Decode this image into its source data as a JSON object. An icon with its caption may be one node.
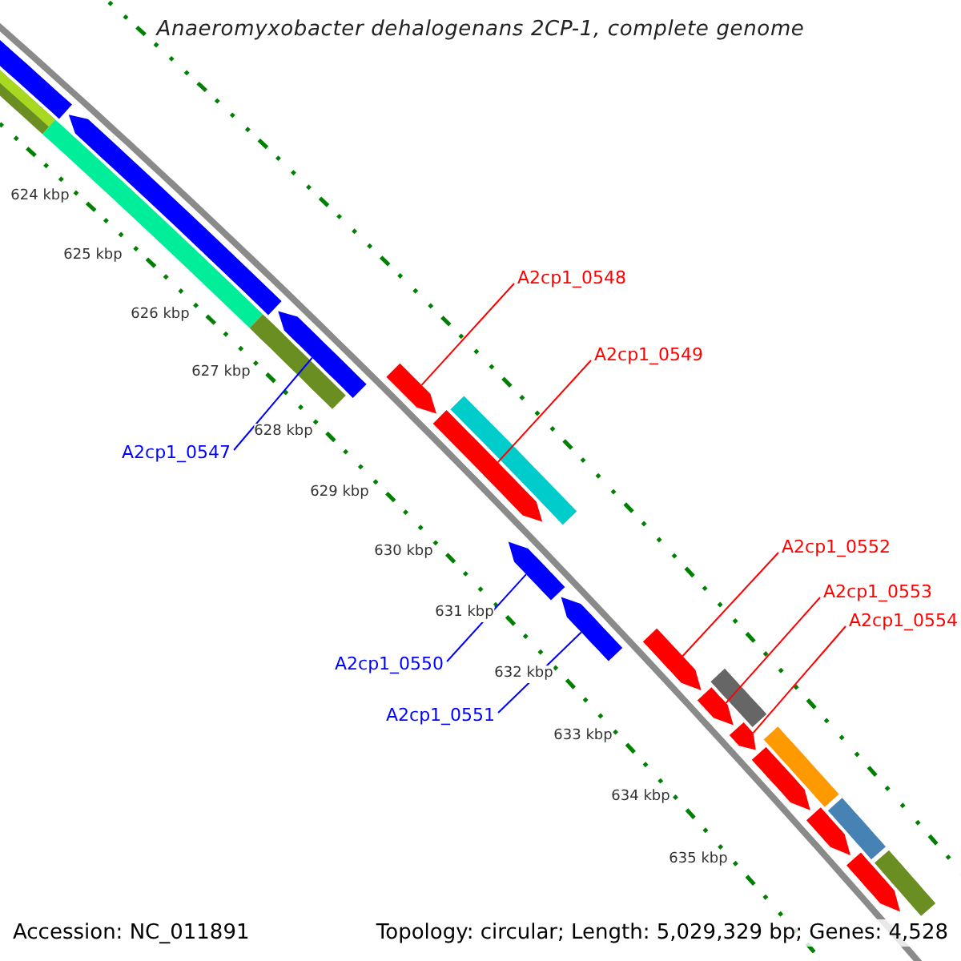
{
  "diagram": {
    "title": "Anaeromyxobacter dehalogenans 2CP-1, complete genome",
    "nodes": [
      {
        "text": [
          "A2cp1_0548"
        ]
      },
      {
        "text": [
          "A2cp1_0549"
        ]
      },
      {
        "text": [
          "A2cp1_0547"
        ]
      },
      {
        "text": [
          "A2cp1_0552"
        ]
      },
      {
        "text": [
          "A2cp1_0553"
        ]
      },
      {
        "text": [
          "A2cp1_0554"
        ]
      },
      {
        "text": [
          "A2cp1_0550"
        ]
      },
      {
        "text": [
          "A2cp1_0551"
        ]
      },
      {
        "text": [],
        "shape": "bar"
      },
      {
        "text": [],
        "shape": "arrow"
      },
      {
        "text": [],
        "shape": "arrow"
      },
      {
        "text": [],
        "shape": "bar"
      },
      {
        "text": [],
        "shape": "bar"
      },
      {
        "text": [],
        "shape": "arrow"
      },
      {
        "text": [],
        "shape": "arrow"
      },
      {
        "text": [],
        "shape": "arrow"
      },
      {
        "text": [],
        "shape": "bar"
      },
      {
        "text": [],
        "shape": "arrow"
      },
      {
        "text": [],
        "shape": "arrow"
      },
      {
        "text": [],
        "shape": "arrow"
      },
      {
        "text": [],
        "shape": "arrow"
      },
      {
        "text": [],
        "shape": "bar"
      },
      {
        "text": [],
        "shape": "arrow"
      },
      {
        "text": [],
        "shape": "bar"
      },
      {
        "text": [],
        "shape": "arrow"
      },
      {
        "text": [],
        "shape": "bar"
      },
      {
        "text": [],
        "shape": "arrow"
      },
      {
        "text": [],
        "shape": "bar"
      },
      {
        "text": [],
        "shape": "arrow"
      }
    ],
    "edges": [
      {
        "from": 0,
        "to": 14,
        "arrow": "none"
      },
      {
        "from": 1,
        "to": 15,
        "arrow": "none"
      },
      {
        "from": 2,
        "to": 13,
        "arrow": "none",
        "color": "#0000ff"
      },
      {
        "from": 3,
        "to": 19,
        "arrow": "none"
      },
      {
        "from": 4,
        "to": 20,
        "arrow": "none"
      },
      {
        "from": 5,
        "to": 22,
        "arrow": "none"
      },
      {
        "from": 6,
        "to": 17,
        "arrow": "none",
        "color": "#0000ff"
      },
      {
        "from": 7,
        "to": 18,
        "arrow": "none",
        "color": "#0000ff"
      }
    ],
    "labels": [
      "624 kbp",
      "625 kbp",
      "626 kbp",
      "627 kbp",
      "628 kbp",
      "629 kbp",
      "630 kbp",
      "631 kbp",
      "632 kbp",
      "633 kbp",
      "634 kbp",
      "635 kbp",
      "Accession: NC_011891",
      "Topology: circular; Length: 5,029,329 bp; Genes: 4,528"
    ]
  }
}
